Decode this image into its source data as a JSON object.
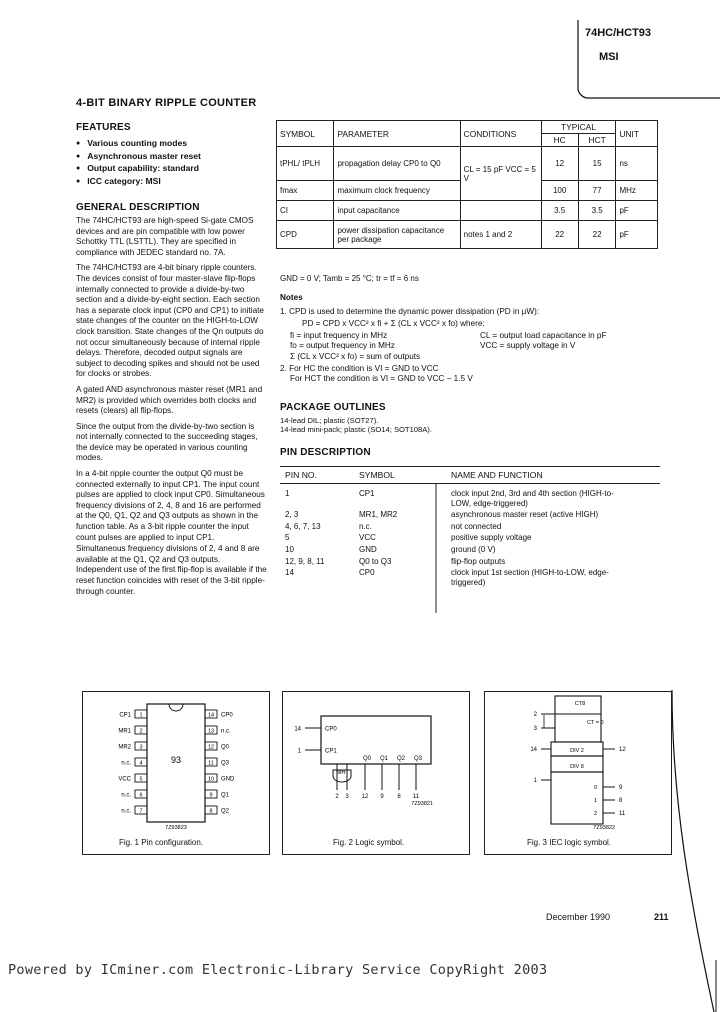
{
  "header": {
    "part": "74HC/HCT93",
    "family": "MSI"
  },
  "title": "4-BIT BINARY RIPPLE COUNTER",
  "features": {
    "heading": "FEATURES",
    "items": [
      "Various counting modes",
      "Asynchronous master reset",
      "Output capability: standard",
      "ICC category: MSI"
    ]
  },
  "general": {
    "heading": "GENERAL DESCRIPTION",
    "paragraphs": [
      "The 74HC/HCT93 are high-speed Si-gate CMOS devices and are pin compatible with low power Schottky TTL (LSTTL). They are specified in compliance with JEDEC standard no. 7A.",
      "The 74HC/HCT93 are 4-bit binary ripple counters. The devices consist of four master-slave flip-flops internally connected to provide a divide-by-two section and a divide-by-eight section. Each section has a separate clock input (CP0 and CP1) to initiate state changes of the counter on the HIGH-to-LOW clock transition. State changes of the Qn outputs do not occur simultaneously because of internal ripple delays. Therefore, decoded output signals are subject to decoding spikes and should not be used for clocks or strobes.",
      "A gated AND asynchronous master reset (MR1 and MR2) is provided which overrides both clocks and resets (clears) all flip-flops.",
      "Since the output from the divide-by-two section is not internally connected to the succeeding stages, the device may be operated in various counting modes.",
      "In a 4-bit ripple counter the output Q0 must be connected externally to input CP1. The input count pulses are applied to clock input CP0. Simultaneous frequency divisions of 2, 4, 8 and 16 are performed at the Q0, Q1, Q2 and Q3 outputs as shown in the function table. As a 3-bit ripple counter the input count pulses are applied to input CP1.",
      "Simultaneous frequency divisions of 2, 4 and 8 are available at the Q1, Q2 and Q3 outputs. Independent use of the first flip-flop is available if the reset function coincides with reset of the 3-bit ripple-through counter."
    ]
  },
  "spec_table": {
    "headers": {
      "symbol": "SYMBOL",
      "parameter": "PARAMETER",
      "conditions": "CONDITIONS",
      "typical": "TYPICAL",
      "hc": "HC",
      "hct": "HCT",
      "unit": "UNIT"
    },
    "rows": [
      {
        "symbol": "tPHL/ tPLH",
        "parameter": "propagation delay CP0 to Q0",
        "conditions": "CL = 15 pF VCC = 5 V",
        "hc": "12",
        "hct": "15",
        "unit": "ns"
      },
      {
        "symbol": "fmax",
        "parameter": "maximum clock frequency",
        "conditions": "",
        "hc": "100",
        "hct": "77",
        "unit": "MHz"
      },
      {
        "symbol": "CI",
        "parameter": "input capacitance",
        "conditions": "",
        "hc": "3.5",
        "hct": "3.5",
        "unit": "pF"
      },
      {
        "symbol": "CPD",
        "parameter": "power dissipation capacitance per package",
        "conditions": "notes 1 and 2",
        "hc": "22",
        "hct": "22",
        "unit": "pF"
      }
    ],
    "footnote": "GND = 0 V; Tamb = 25 °C; tr = tf = 6 ns"
  },
  "notes": {
    "heading": "Notes",
    "n1": "1. CPD is used to determine the dynamic power dissipation (PD in µW):",
    "formula": "PD = CPD x VCC² x fi + Σ (CL x VCC² x fo) where:",
    "defs": [
      "fi = input frequency in MHz",
      "CL = output load capacitance in pF",
      "fo = output frequency in MHz",
      "VCC = supply voltage in V",
      "Σ (CL x VCC² x fo) = sum of outputs"
    ],
    "n2a": "2. For HC  the condition is VI = GND to VCC",
    "n2b": "For HCT the condition is VI = GND to VCC − 1.5 V"
  },
  "package": {
    "heading": "PACKAGE OUTLINES",
    "lines": [
      "14-lead DIL; plastic (SOT27).",
      "14-lead mini-pack; plastic (SO14; SOT108A)."
    ]
  },
  "pin_desc": {
    "heading": "PIN DESCRIPTION",
    "headers": {
      "no": "PIN NO.",
      "symbol": "SYMBOL",
      "name": "NAME AND FUNCTION"
    },
    "rows": [
      {
        "no": "1",
        "symbol": "CP1",
        "name": "clock input 2nd, 3rd and 4th section (HIGH-to-LOW, edge-triggered)"
      },
      {
        "no": "2, 3",
        "symbol": "MR1, MR2",
        "name": "asynchronous master reset (active HIGH)"
      },
      {
        "no": "4, 6, 7, 13",
        "symbol": "n.c.",
        "name": "not connected"
      },
      {
        "no": "5",
        "symbol": "VCC",
        "name": "positive supply voltage"
      },
      {
        "no": "10",
        "symbol": "GND",
        "name": "ground (0 V)"
      },
      {
        "no": "12, 9, 8, 11",
        "symbol": "Q0 to Q3",
        "name": "flip-flop outputs"
      },
      {
        "no": "14",
        "symbol": "CP0",
        "name": "clock input 1st section (HIGH-to-LOW, edge-triggered)"
      }
    ]
  },
  "figures": {
    "fig1": {
      "caption": "Fig. 1  Pin configuration.",
      "chip": "93",
      "code": "7Z93823",
      "left_pins": [
        {
          "n": "1",
          "label": "CP1"
        },
        {
          "n": "2",
          "label": "MR1"
        },
        {
          "n": "3",
          "label": "MR2"
        },
        {
          "n": "4",
          "label": "n.c."
        },
        {
          "n": "5",
          "label": "VCC"
        },
        {
          "n": "6",
          "label": "n.c."
        },
        {
          "n": "7",
          "label": "n.c."
        }
      ],
      "right_pins": [
        {
          "n": "14",
          "label": "CP0"
        },
        {
          "n": "13",
          "label": "n.c."
        },
        {
          "n": "12",
          "label": "Q0"
        },
        {
          "n": "11",
          "label": "Q3"
        },
        {
          "n": "10",
          "label": "GND"
        },
        {
          "n": "9",
          "label": "Q1"
        },
        {
          "n": "8",
          "label": "Q2"
        }
      ]
    },
    "fig2": {
      "caption": "Fig. 2  Logic symbol.",
      "code": "7Z93821",
      "inputs": [
        {
          "n": "14",
          "label": "CP0"
        },
        {
          "n": "1",
          "label": "CP1"
        }
      ],
      "resets": [
        {
          "n": "2",
          "label": "MR"
        },
        {
          "n": "3",
          "label": ""
        }
      ],
      "outputs": [
        {
          "n": "12",
          "label": "Q0"
        },
        {
          "n": "9",
          "label": "Q1"
        },
        {
          "n": "8",
          "label": "Q2"
        },
        {
          "n": "11",
          "label": "Q3"
        }
      ]
    },
    "fig3": {
      "caption": "Fig. 3  IEC logic symbol.",
      "code": "7Z93822",
      "ct": "CT = 0",
      "ctr": "CT8",
      "div2": "DIV 2",
      "div8": "DIV 8",
      "pins": [
        "2",
        "3",
        "14",
        "1",
        "12",
        "9",
        "8",
        "11"
      ],
      "bits": [
        "0",
        "1",
        "2"
      ]
    }
  },
  "footer": {
    "date": "December 1990",
    "page": "211"
  },
  "watermark": "Powered by ICminer.com Electronic-Library Service CopyRight 2003"
}
